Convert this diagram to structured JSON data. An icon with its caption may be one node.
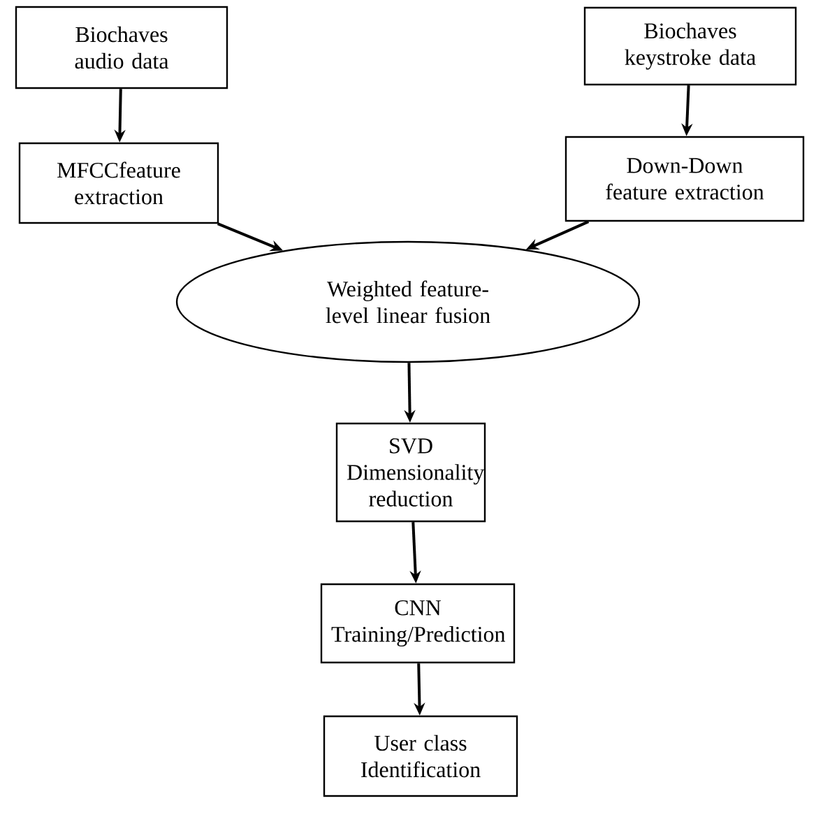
{
  "diagram": {
    "nodes": [
      {
        "text": [
          "Biochaves audio data"
        ]
      },
      {
        "text": [
          "Biochaves keystroke data"
        ]
      },
      {
        "text": [
          "MFCCfeature extraction"
        ]
      },
      {
        "text": [
          "Down-Down feature extraction"
        ]
      },
      {
        "text": [
          "Weighted feature-level linear fusion"
        ]
      },
      {
        "text": [
          "SVD Dimensionality reduction"
        ]
      },
      {
        "text": [
          "CNN Training/Prediction"
        ]
      },
      {
        "text": [
          "User class Identification"
        ]
      }
    ],
    "edges": [
      {
        "from": 0,
        "to": 2,
        "arrow": "to"
      },
      {
        "from": 1,
        "to": 3,
        "arrow": "to"
      },
      {
        "from": 2,
        "to": 4,
        "arrow": "to"
      },
      {
        "from": 3,
        "to": 4,
        "arrow": "to"
      },
      {
        "from": 4,
        "to": 5,
        "arrow": "to"
      },
      {
        "from": 5,
        "to": 6,
        "arrow": "to"
      },
      {
        "from": 6,
        "to": 7,
        "arrow": "to"
      }
    ]
  }
}
